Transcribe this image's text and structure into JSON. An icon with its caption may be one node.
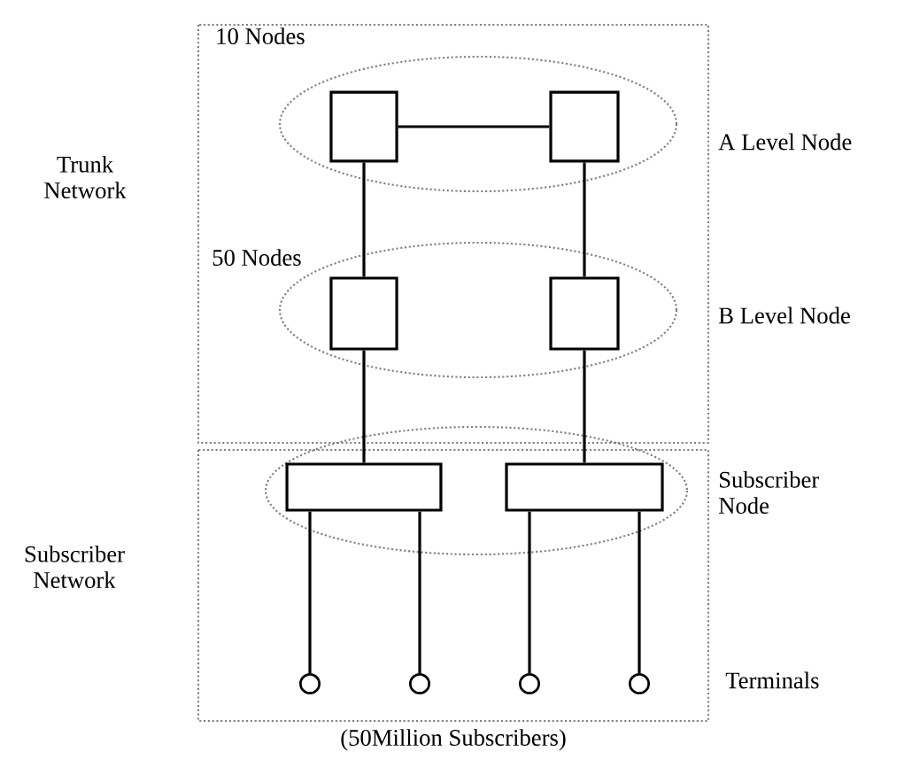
{
  "diagram": {
    "caption": "(50Million Subscribers)",
    "nodes": [
      {
        "text": [],
        "shape": "box"
      },
      {
        "text": [],
        "shape": "box"
      },
      {
        "text": [],
        "shape": "box"
      },
      {
        "text": [],
        "shape": "box"
      },
      {
        "text": [],
        "shape": "box"
      },
      {
        "text": [],
        "shape": "box"
      },
      {
        "text": [],
        "shape": "circle"
      },
      {
        "text": [],
        "shape": "circle"
      },
      {
        "text": [],
        "shape": "circle"
      },
      {
        "text": [],
        "shape": "circle"
      }
    ],
    "edges": [
      {
        "from": 0,
        "to": 1,
        "arrow": "none"
      },
      {
        "from": 0,
        "to": 2,
        "arrow": "none"
      },
      {
        "from": 1,
        "to": 3,
        "arrow": "none"
      },
      {
        "from": 2,
        "to": 4,
        "arrow": "none"
      },
      {
        "from": 3,
        "to": 5,
        "arrow": "none"
      },
      {
        "from": 4,
        "to": 6,
        "arrow": "none"
      },
      {
        "from": 4,
        "to": 7,
        "arrow": "none"
      },
      {
        "from": 5,
        "to": 8,
        "arrow": "none"
      },
      {
        "from": 5,
        "to": 9,
        "arrow": "none"
      }
    ],
    "labels": [
      "10 Nodes",
      "A Level Node",
      "Trunk Network",
      "50 Nodes",
      "B Level Node",
      "Subscriber Node",
      "Subscriber Network",
      "Terminals"
    ]
  }
}
